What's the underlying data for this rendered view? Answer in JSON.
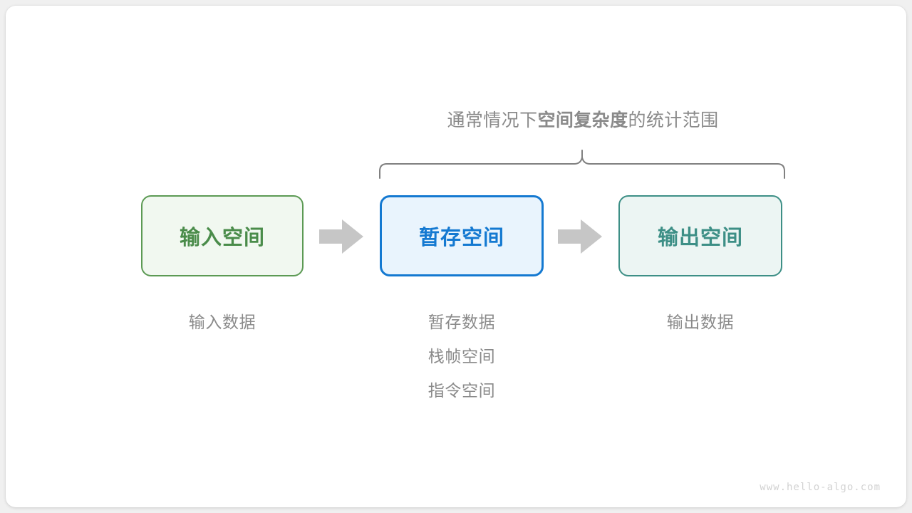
{
  "page": {
    "background_color": "#f0f0f0",
    "card_color": "#ffffff",
    "watermark": "www.hello-algo.com"
  },
  "caption": {
    "prefix": "通常情况下",
    "emphasis": "空间复杂度",
    "suffix": "的统计范围",
    "color": "#8a8a8a"
  },
  "brace": {
    "name": "curly-brace",
    "color": "#808080",
    "spans_boxes": [
      "buffer",
      "output"
    ]
  },
  "boxes": [
    {
      "id": "input",
      "label": "输入空间",
      "border_color": "#5c9a54",
      "fill_color": "#f1f8f0",
      "text_color": "#4a8c4a"
    },
    {
      "id": "buffer",
      "label": "暂存空间",
      "border_color": "#1479d1",
      "fill_color": "#e9f4fd",
      "text_color": "#1479d1"
    },
    {
      "id": "output",
      "label": "输出空间",
      "border_color": "#3d8f86",
      "fill_color": "#ecf5f3",
      "text_color": "#3d8f86"
    }
  ],
  "arrows": [
    {
      "id": "arrow-input-to-buffer",
      "color": "#c6c6c6",
      "direction": "right"
    },
    {
      "id": "arrow-buffer-to-output",
      "color": "#c6c6c6",
      "direction": "right"
    }
  ],
  "sublabels": {
    "input": [
      "输入数据"
    ],
    "buffer": [
      "暂存数据",
      "栈帧空间",
      "指令空间"
    ],
    "output": [
      "输出数据"
    ],
    "color": "#8a8a8a"
  }
}
